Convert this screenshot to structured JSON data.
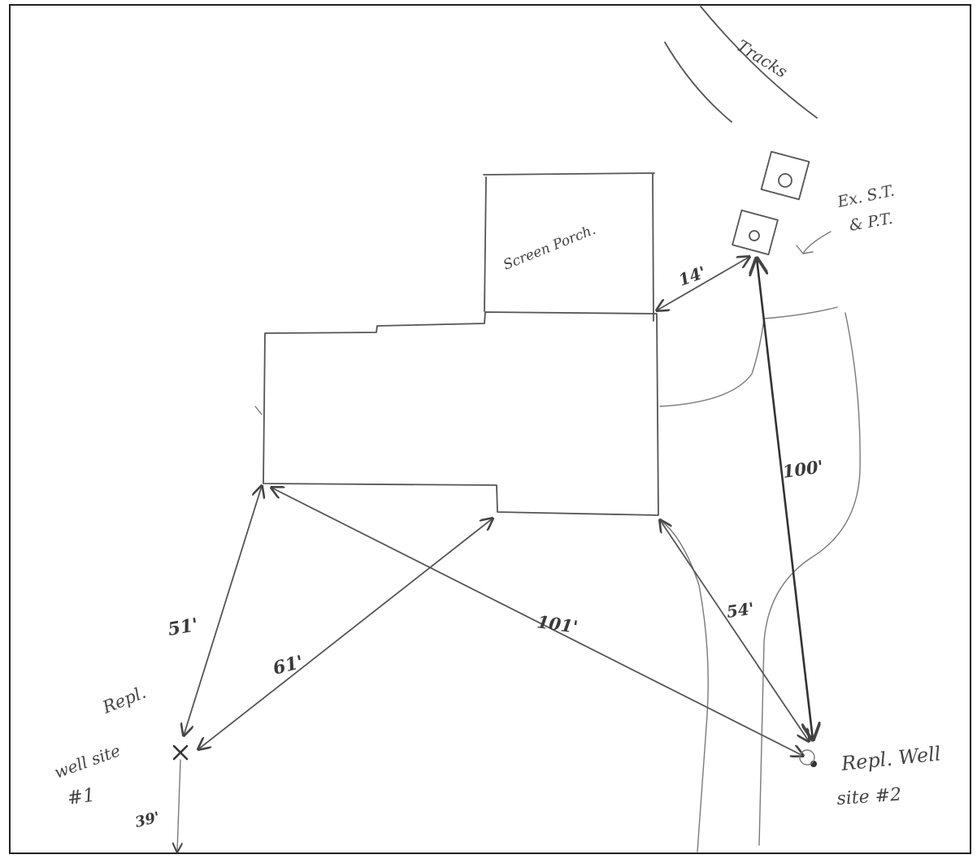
{
  "labels": {
    "tracks": "Tracks",
    "screen_porch": "Screen Porch.",
    "existing_tanks_line1": "Ex. S.T.",
    "existing_tanks_line2": "& P.T.",
    "well1_line1": "Repl.",
    "well1_line2": "well site",
    "well1_line3": "#1",
    "well2_line1": "Repl. Well",
    "well2_line2": "site #2"
  },
  "dimensions": {
    "house_to_tanks": "14'",
    "tanks_to_well2": "100'",
    "house_corner_to_well1": "51'",
    "house_notch_to_well1": "61'",
    "house_corner_to_well2_long": "101'",
    "house_corner_to_well2": "54'",
    "well1_to_edge": "39'"
  }
}
